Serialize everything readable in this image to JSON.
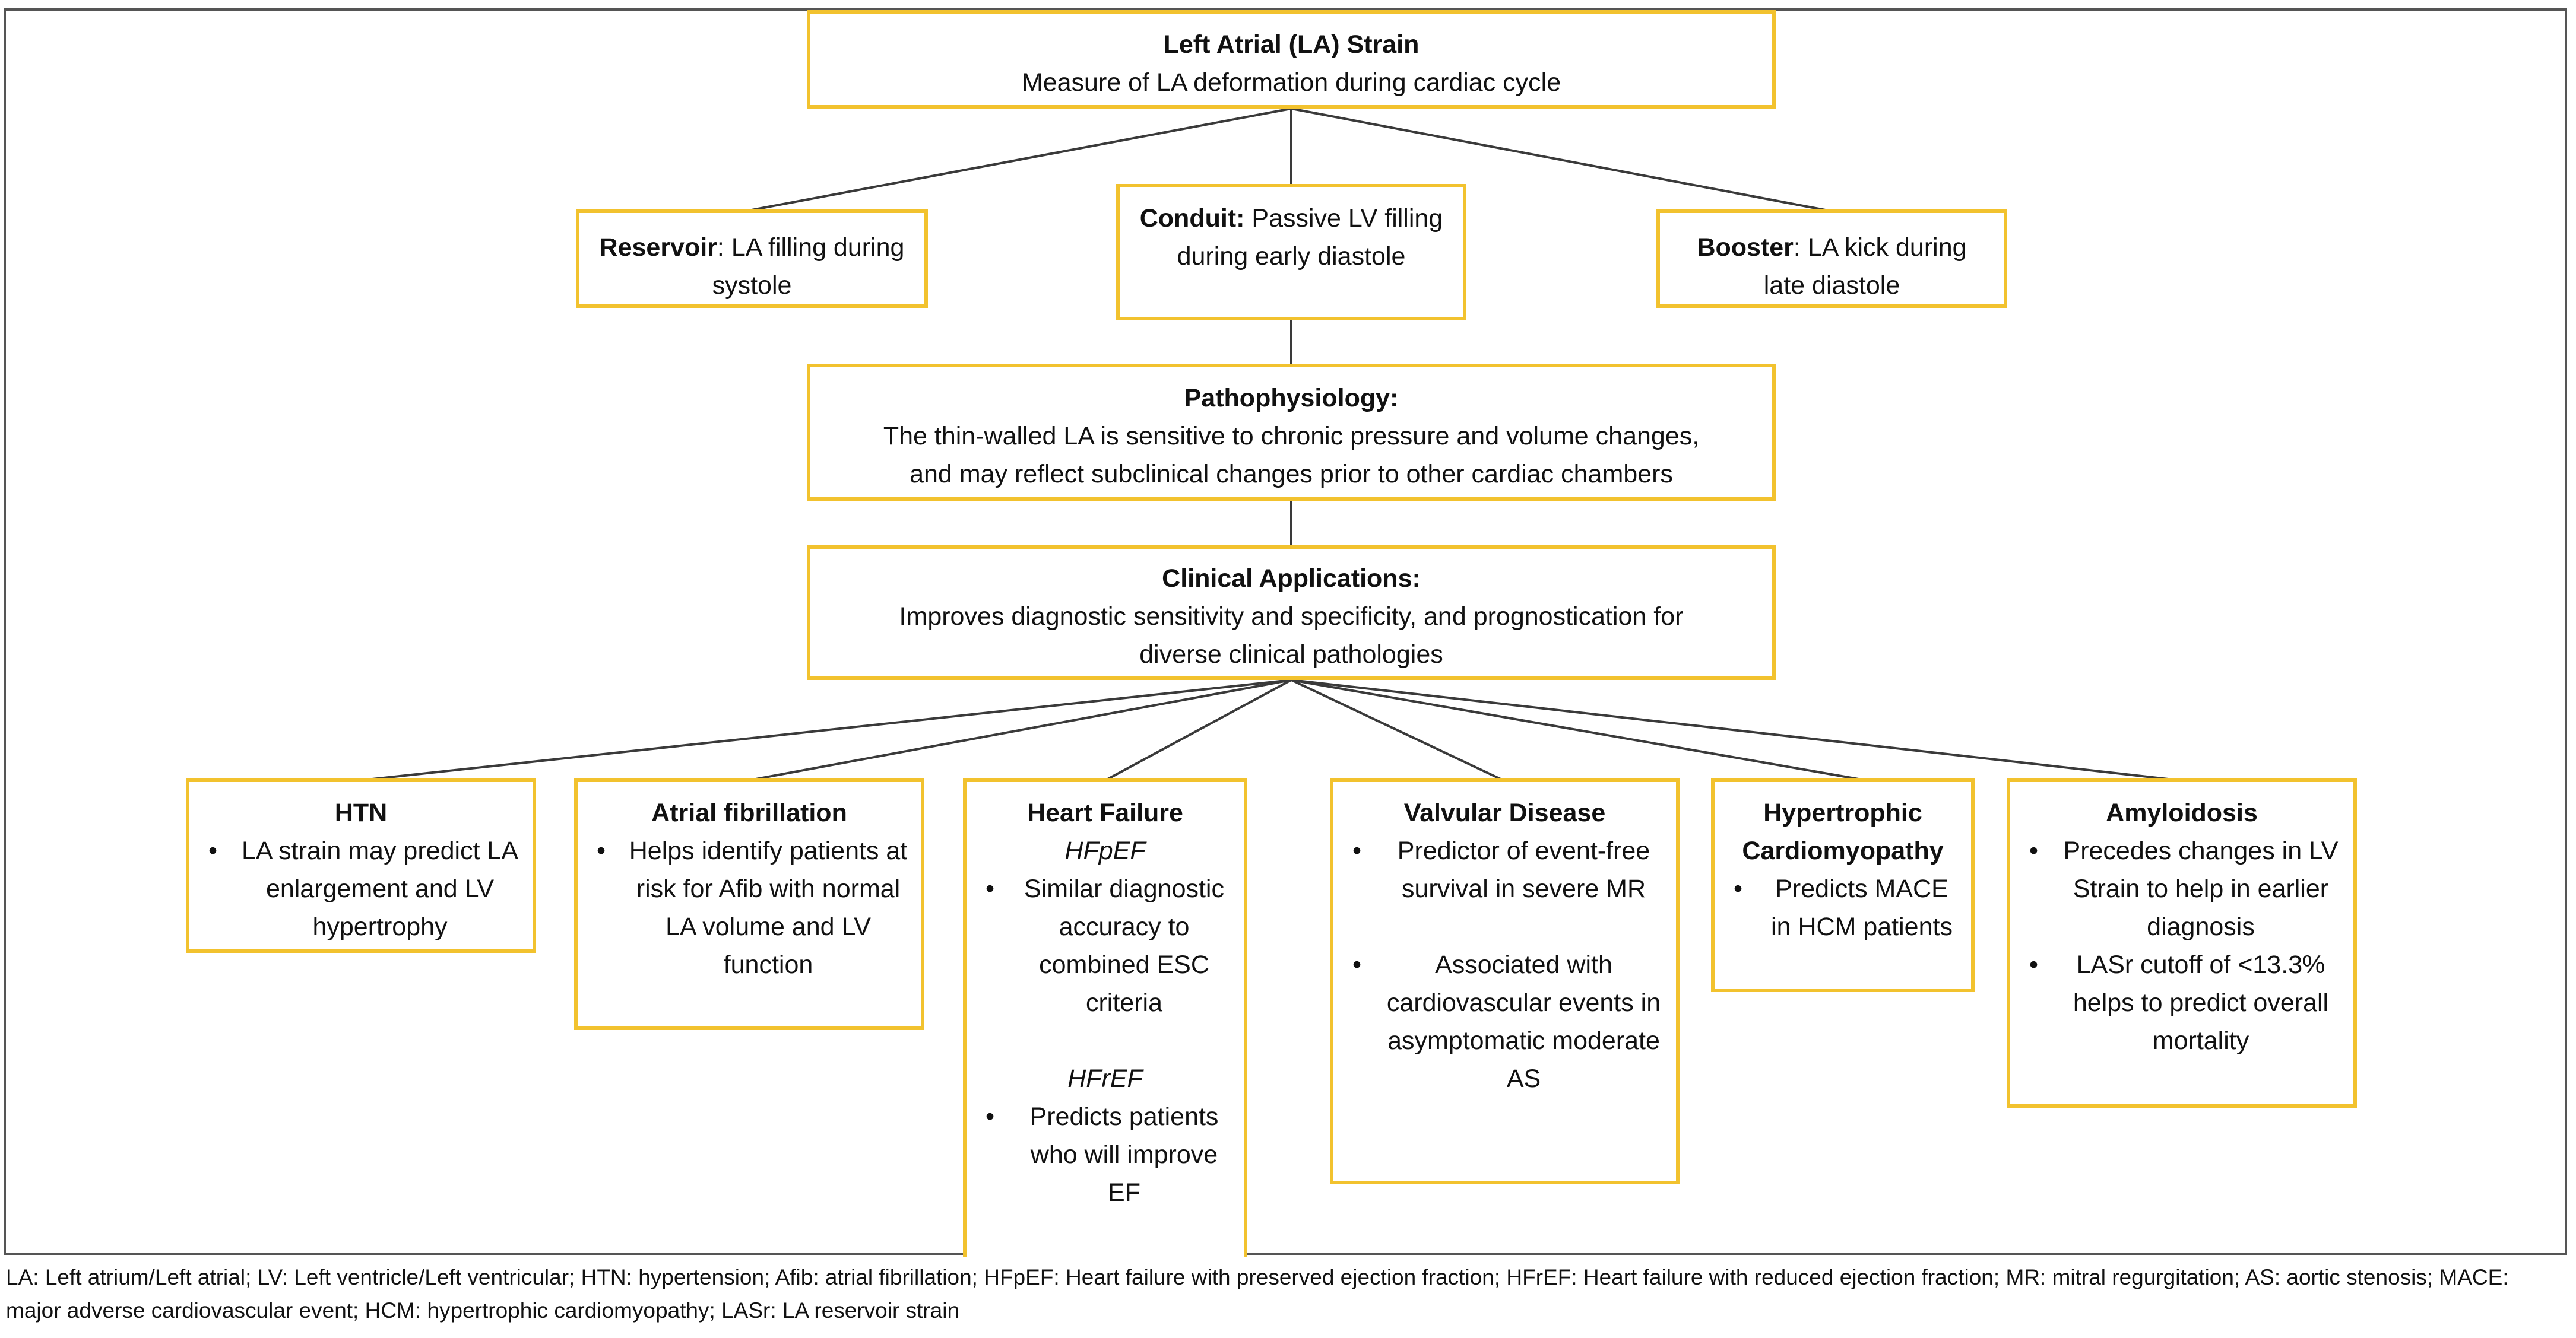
{
  "top": {
    "title": "Left Atrial (LA) Strain",
    "text": "Measure of LA deformation during cardiac cycle"
  },
  "phases": {
    "reservoir": {
      "label": "Reservoir",
      "sep": ": ",
      "text": "LA filling during systole"
    },
    "conduit": {
      "label": "Conduit:",
      "sep": " ",
      "text": "Passive LV filling during early diastole"
    },
    "booster": {
      "label": "Booster",
      "sep": ": ",
      "text": "LA kick during late diastole"
    }
  },
  "pathophysiology": {
    "title": "Pathophysiology:",
    "line1": "The thin-walled LA is sensitive to chronic pressure and volume changes,",
    "line2": "and may reflect subclinical changes prior to other cardiac chambers"
  },
  "clinical": {
    "title": "Clinical Applications:",
    "line1": "Improves diagnostic sensitivity and specificity, and prognostication for",
    "line2": "diverse clinical pathologies"
  },
  "bullet": "•",
  "conditions": {
    "htn": {
      "title": "HTN",
      "bullets": [
        "LA strain may predict LA enlargement and LV hypertrophy"
      ]
    },
    "afib": {
      "title": "Atrial fibrillation",
      "bullets": [
        "Helps identify patients at risk for Afib with normal LA volume and LV function"
      ]
    },
    "hf": {
      "title": "Heart Failure",
      "hfpef_label": "HFpEF",
      "hfpef_bullets": [
        "Similar diagnostic accuracy to combined ESC criteria"
      ],
      "hfref_label": "HFrEF",
      "hfref_bullets": [
        "Predicts patients who will improve EF"
      ]
    },
    "valvular": {
      "title": "Valvular Disease",
      "bullets": [
        "Predictor of event-free survival in severe MR",
        "Associated with cardiovascular events in asymptomatic moderate AS"
      ]
    },
    "hcm": {
      "title": "Hypertrophic Cardiomyopathy",
      "bullets": [
        "Predicts MACE in HCM patients"
      ]
    },
    "amyloidosis": {
      "title": "Amyloidosis",
      "bullets": [
        "Precedes changes in LV Strain to help in earlier diagnosis",
        "LASr cutoff of <13.3% helps to predict overall mortality"
      ]
    }
  },
  "footnote": "LA: Left atrium/Left atrial; LV: Left ventricle/Left ventricular; HTN: hypertension; Afib: atrial fibrillation; HFpEF: Heart failure with preserved ejection fraction; HFrEF: Heart failure with reduced ejection fraction; MR: mitral regurgitation; AS: aortic stenosis; MACE: major adverse cardiovascular event; HCM: hypertrophic cardiomyopathy; LASr: LA reservoir strain"
}
